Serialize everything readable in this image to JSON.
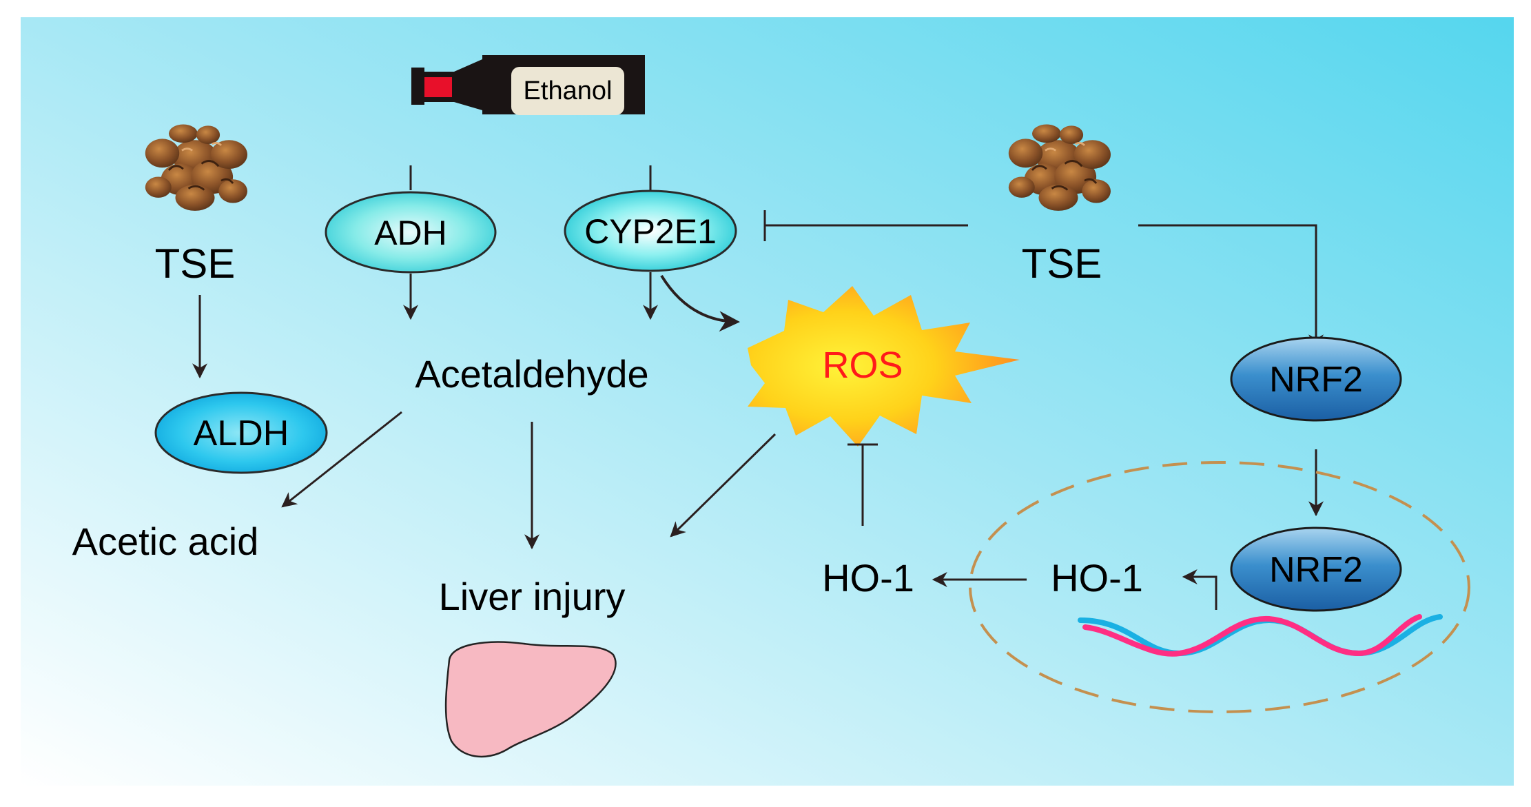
{
  "labels": {
    "ethanol": "Ethanol",
    "tse_left": "TSE",
    "tse_right": "TSE",
    "adh": "ADH",
    "cyp2e1": "CYP2E1",
    "aldh": "ALDH",
    "acetaldehyde": "Acetaldehyde",
    "acetic_acid": "Acetic acid",
    "liver_injury": "Liver injury",
    "ros": "ROS",
    "nrf2_cytoplasm": "NRF2",
    "nrf2_nucleus": "NRF2",
    "ho1_nucleus": "HO-1",
    "ho1_cytoplasm": "HO-1"
  },
  "colors": {
    "background_top": "#5fd9ef",
    "background_bottom": "#ffffff",
    "ros_text": "#ff1a1a",
    "nucleus_border": "#c4904f",
    "dna_strand_pink": "#ff2e83",
    "dna_strand_blue": "#1ab0e3",
    "liver_fill": "#f7b9c2",
    "bottle_red": "#e8102a",
    "bottle_label": "#ece6d4"
  },
  "icons": {
    "bottle": "ethanol-bottle-icon",
    "herb_left": "tse-herb-icon",
    "herb_right": "tse-herb-icon",
    "liver": "liver-icon",
    "ros_burst": "ros-starburst-icon",
    "dna": "dna-helix-icon"
  }
}
